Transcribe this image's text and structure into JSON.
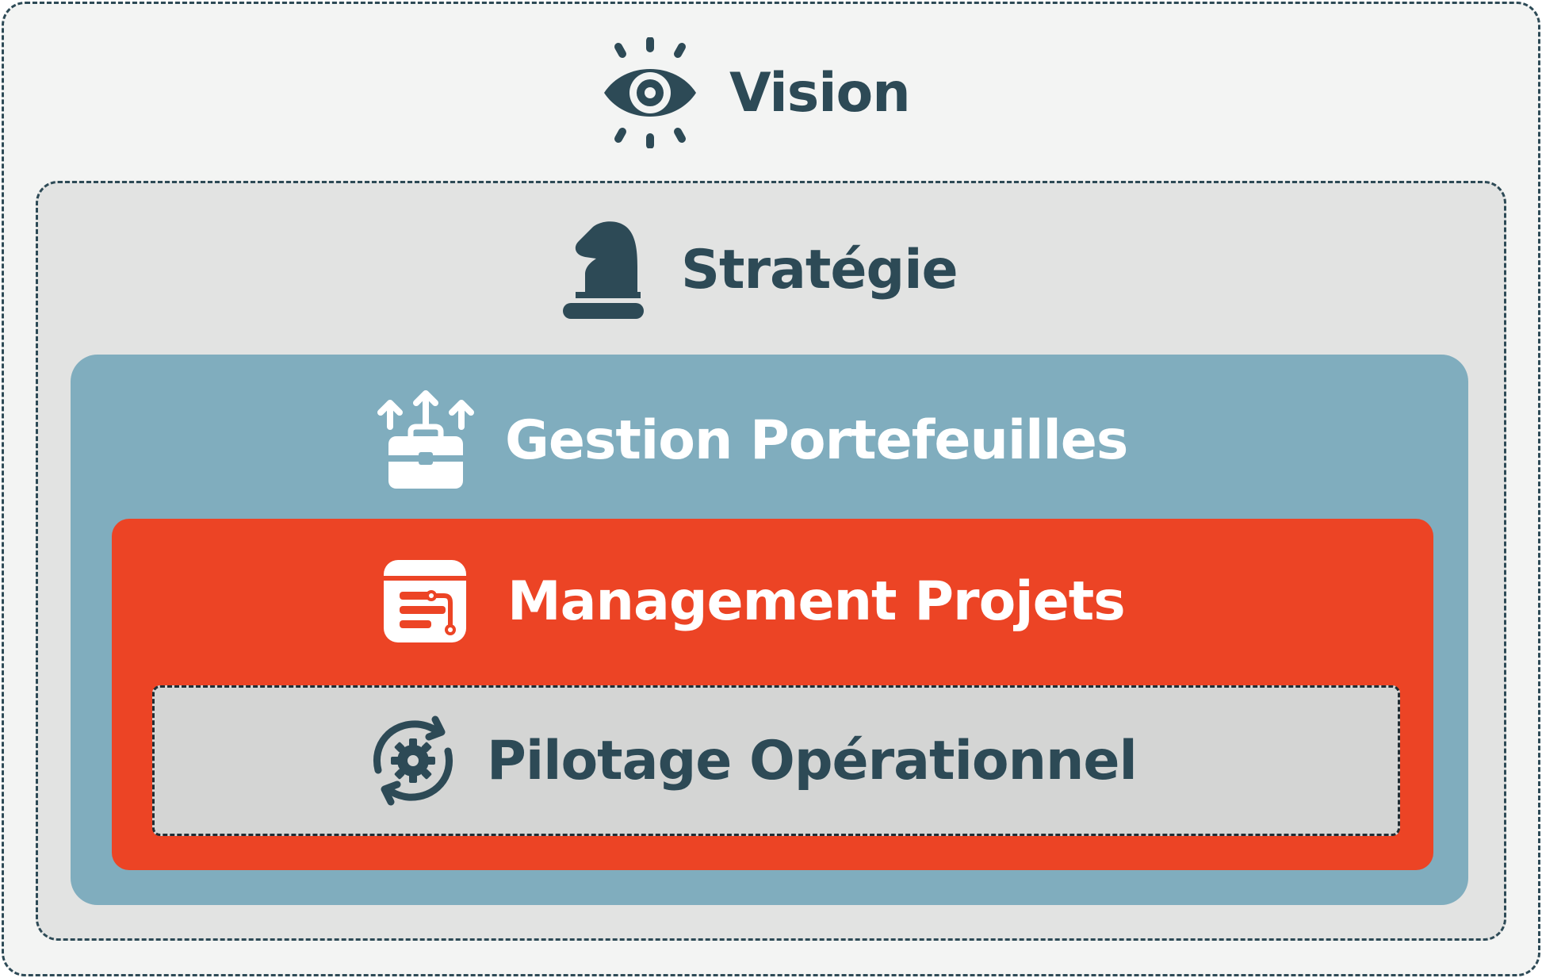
{
  "layers": [
    {
      "id": "vision",
      "label": "Vision",
      "icon": "eye-icon"
    },
    {
      "id": "strategie",
      "label": "Stratégie",
      "icon": "chess-knight-icon"
    },
    {
      "id": "portefeuilles",
      "label": "Gestion Portefeuilles",
      "icon": "briefcase-arrows-icon"
    },
    {
      "id": "projets",
      "label": "Management Projets",
      "icon": "project-board-icon"
    },
    {
      "id": "pilotage",
      "label": "Pilotage Opérationnel",
      "icon": "cycle-gear-icon"
    }
  ],
  "colors": {
    "dark": "#2d4a56",
    "vision_bg": "#f3f4f3",
    "strategie_bg": "#e2e3e2",
    "portefeuilles_bg": "#80adbe",
    "projets_bg": "#ec4425",
    "pilotage_bg": "#d4d5d4",
    "light_text": "#ffffff"
  }
}
